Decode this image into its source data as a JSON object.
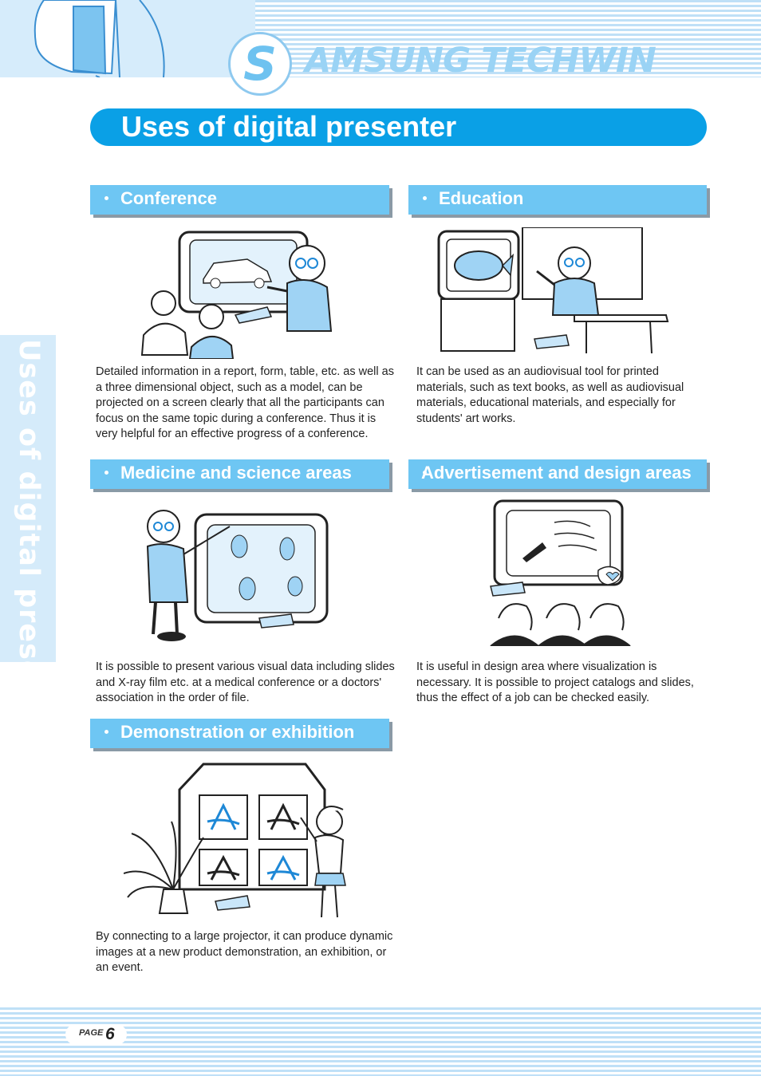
{
  "header": {
    "brand_initial": "S",
    "brand_rest": "AMSUNG TECHWIN"
  },
  "page_title": "Uses of digital presenter",
  "side_tab": "Uses of digital presenter",
  "sections": {
    "conference": {
      "title": "Conference",
      "text": "Detailed information in a report, form, table, etc. as well as a three dimensional object, such as a model, can be projected on a screen clearly that all the participants can focus on the same topic during a conference. Thus it is very helpful for an effective progress of a conference."
    },
    "education": {
      "title": "Education",
      "text": "It can be used as an audiovisual tool for printed materials, such as text books, as well as audiovisual materials, educational materials, and especially for students' art works."
    },
    "medicine": {
      "title": "Medicine and science areas",
      "text": "It is possible to present various visual data including slides and X-ray film etc. at a medical conference or a doctors' association in the order of file."
    },
    "advertisement": {
      "title": "Advertisement and design areas",
      "text": "It is useful in design area where visualization is necessary.  It is possible to project catalogs and slides, thus the effect of a job can be checked easily."
    },
    "demonstration": {
      "title": "Demonstration or exhibition",
      "text": "By connecting to a large projector, it can produce dynamic images at a new product demonstration, an exhibition, or an event."
    }
  },
  "footer": {
    "page_label": "PAGE",
    "page_number": "6"
  },
  "colors": {
    "accent": "#0aa0e6",
    "section_header": "#6ec6f3",
    "stripe": "#bfe0f7"
  }
}
